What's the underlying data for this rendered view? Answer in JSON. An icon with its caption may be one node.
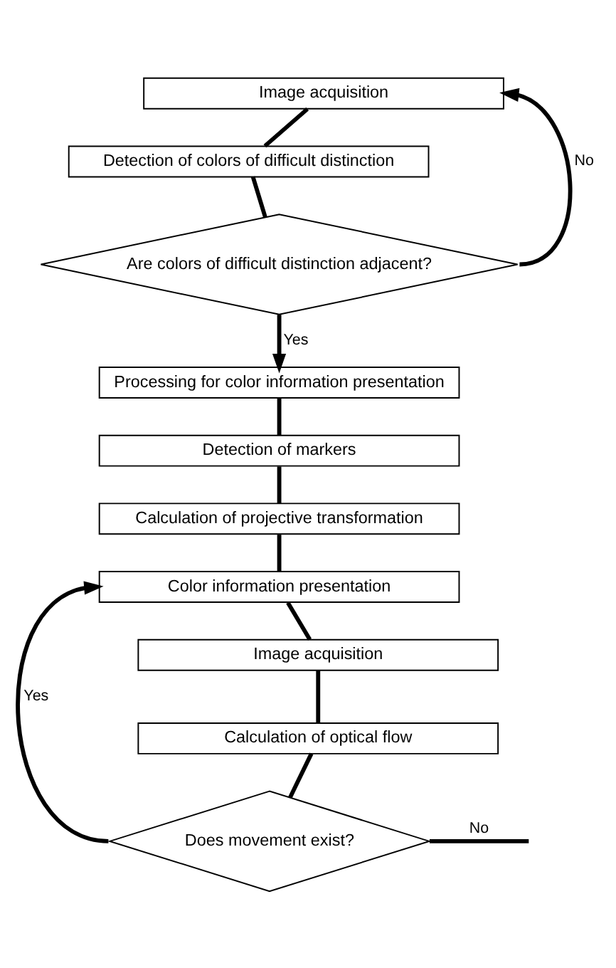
{
  "diagram": {
    "nodes": [
      {
        "text": [
          "Image acquisition"
        ]
      },
      {
        "text": [
          "Detection of colors of difficult distinction"
        ]
      },
      {
        "text": [
          "Are colors of difficult distinction adjacent?"
        ]
      },
      {
        "text": [
          "Processing for color information presentation"
        ]
      },
      {
        "text": [
          "Detection of markers"
        ]
      },
      {
        "text": [
          "Calculation of projective transformation"
        ]
      },
      {
        "text": [
          "Color information presentation"
        ]
      },
      {
        "text": [
          "Image acquisition"
        ]
      },
      {
        "text": [
          "Calculation of optical flow"
        ]
      },
      {
        "text": [
          "Does movement exist?"
        ]
      }
    ],
    "edges": [
      {
        "from": 0,
        "to": 1,
        "arrow": "none"
      },
      {
        "from": 1,
        "to": 2,
        "arrow": "none"
      },
      {
        "from": 2,
        "to": 0,
        "arrow": "to",
        "label": "No"
      },
      {
        "from": 2,
        "to": 3,
        "arrow": "to",
        "label": "Yes"
      },
      {
        "from": 3,
        "to": 4,
        "arrow": "none"
      },
      {
        "from": 4,
        "to": 5,
        "arrow": "none"
      },
      {
        "from": 5,
        "to": 6,
        "arrow": "none"
      },
      {
        "from": 6,
        "to": 7,
        "arrow": "none"
      },
      {
        "from": 7,
        "to": 8,
        "arrow": "none"
      },
      {
        "from": 8,
        "to": 9,
        "arrow": "none"
      },
      {
        "from": 9,
        "to": null,
        "arrow": "none",
        "label": "No"
      },
      {
        "from": 9,
        "to": 6,
        "arrow": "to",
        "label": "Yes"
      }
    ]
  }
}
